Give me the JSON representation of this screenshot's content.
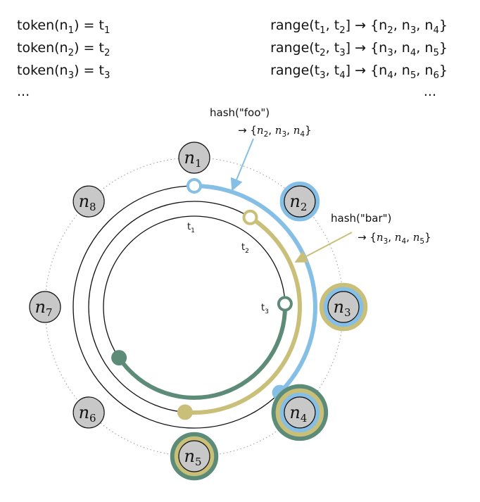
{
  "token_lines": [
    {
      "prefix": "token(n",
      "sub": "1",
      "suffix": ") = t",
      "sub2": "1"
    },
    {
      "prefix": "token(n",
      "sub": "2",
      "suffix": ") = t",
      "sub2": "2"
    },
    {
      "prefix": "token(n",
      "sub": "3",
      "suffix": ") = t",
      "sub2": "3"
    }
  ],
  "range_lines": [
    {
      "a": "1",
      "b": "2",
      "n": [
        "2",
        "3",
        "4"
      ]
    },
    {
      "a": "2",
      "b": "3",
      "n": [
        "3",
        "4",
        "5"
      ]
    },
    {
      "a": "3",
      "b": "4",
      "n": [
        "4",
        "5",
        "6"
      ]
    }
  ],
  "ellipsis": "...",
  "range_word": "range(t",
  "t_letter": "t",
  "n_letter": "n",
  "arrow": "→",
  "hash_foo": {
    "text": "hash(\"foo\")",
    "nodes": [
      "2",
      "3",
      "4"
    ]
  },
  "hash_bar": {
    "text": "hash(\"bar\")",
    "nodes": [
      "3",
      "4",
      "5"
    ]
  },
  "tokens": [
    {
      "letter": "t",
      "sub": "1"
    },
    {
      "letter": "t",
      "sub": "2"
    },
    {
      "letter": "t",
      "sub": "3"
    }
  ],
  "nodes": [
    {
      "id": "1",
      "angle": 90,
      "rings": []
    },
    {
      "id": "2",
      "angle": 45,
      "rings": [
        "#86bfe6"
      ]
    },
    {
      "id": "3",
      "angle": 0,
      "rings": [
        "#c9bf78",
        "#86bfe6"
      ]
    },
    {
      "id": "4",
      "angle": -45,
      "rings": [
        "#5c8c78",
        "#c9bf78",
        "#86bfe6"
      ]
    },
    {
      "id": "5",
      "angle": -90,
      "rings": [
        "#5c8c78",
        "#c9bf78"
      ]
    },
    {
      "id": "6",
      "angle": -135,
      "rings": []
    },
    {
      "id": "7",
      "angle": 180,
      "rings": []
    },
    {
      "id": "8",
      "angle": 135,
      "rings": []
    }
  ],
  "colors": {
    "foo": "#86bfe6",
    "bar": "#c9bf78",
    "t3": "#5c8c78",
    "node_fill": "#c8c8c8"
  }
}
